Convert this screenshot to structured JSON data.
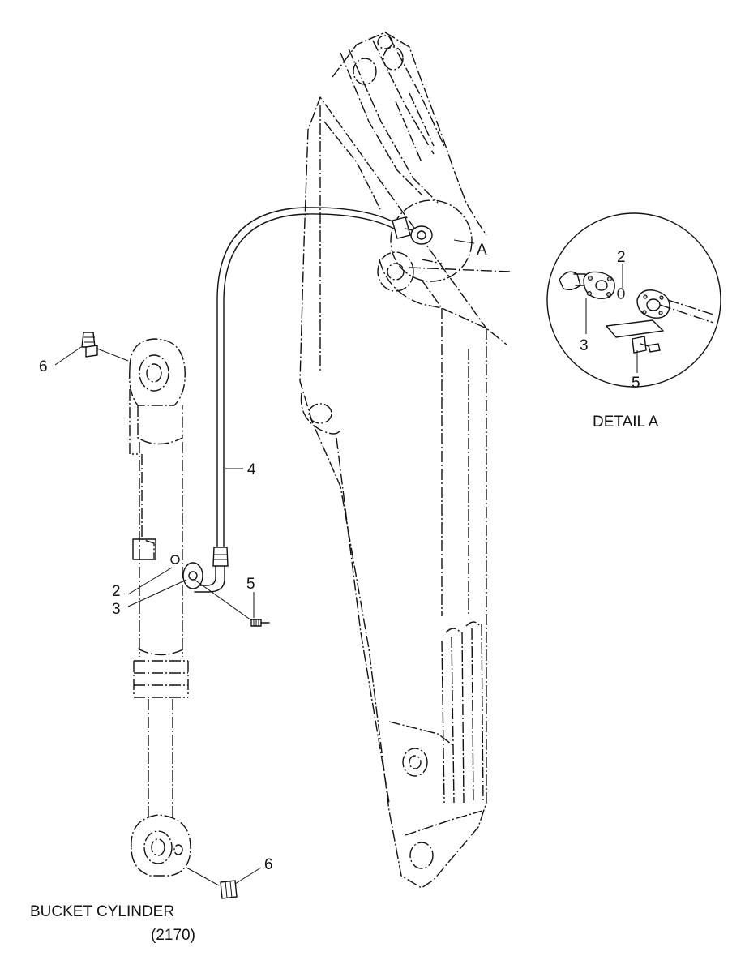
{
  "callouts": {
    "main_6_top": "6",
    "main_6_bottom": "6",
    "main_4": "4",
    "main_5": "5",
    "main_2": "2",
    "main_3": "3",
    "main_A": "A",
    "detail_2": "2",
    "detail_3": "3",
    "detail_5": "5"
  },
  "detail_caption": "DETAIL A",
  "cylinder_caption": {
    "line1": "BUCKET CYLINDER",
    "line2": "(2170)"
  }
}
